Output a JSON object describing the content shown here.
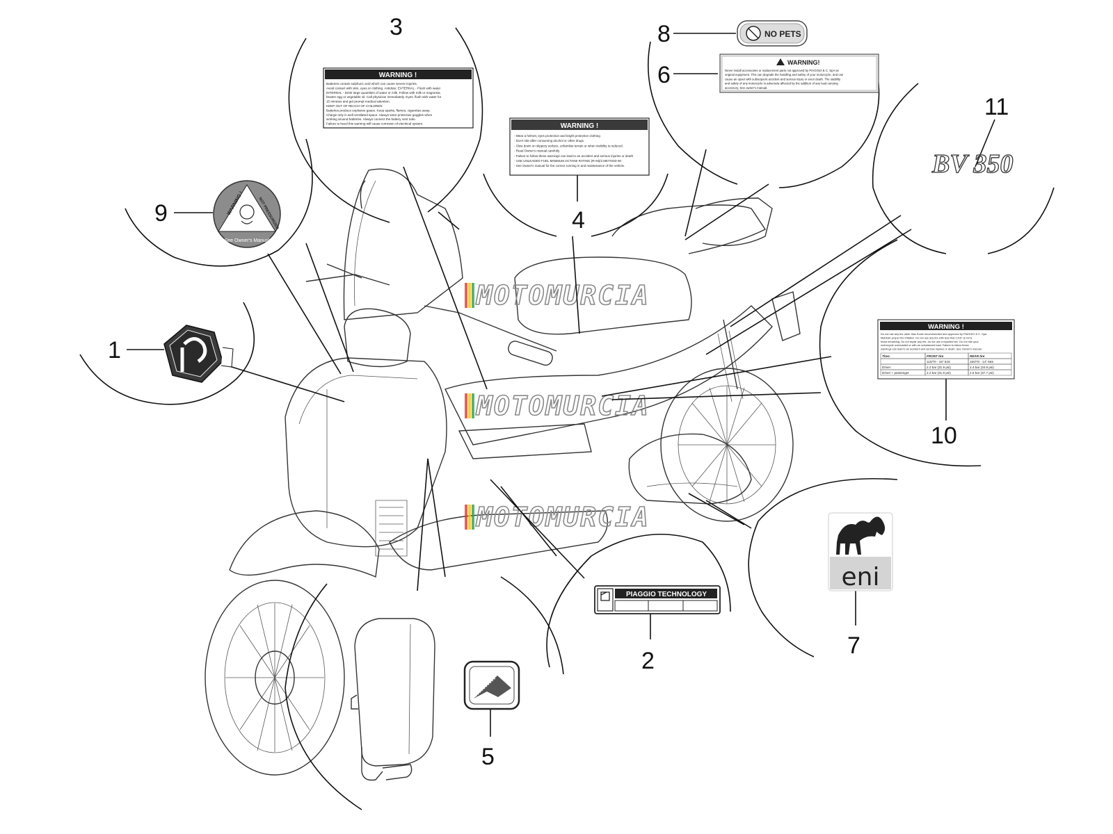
{
  "callouts": [
    {
      "id": "1",
      "label": "1"
    },
    {
      "id": "2",
      "label": "2"
    },
    {
      "id": "3",
      "label": "3"
    },
    {
      "id": "4",
      "label": "4"
    },
    {
      "id": "5",
      "label": "5"
    },
    {
      "id": "6",
      "label": "6"
    },
    {
      "id": "7",
      "label": "7"
    },
    {
      "id": "8",
      "label": "8"
    },
    {
      "id": "9",
      "label": "9"
    },
    {
      "id": "10",
      "label": "10"
    },
    {
      "id": "11",
      "label": "11"
    }
  ],
  "watermark": "MOTOMURCIA",
  "watermark_colors": [
    "#e03a2f",
    "#f2c21b",
    "#2fa14b"
  ],
  "labels": {
    "battery_warning": {
      "title": "WARNING !",
      "lines": [
        "Batteries contain sulphuric acid which can cause severe injuries.",
        "Avoid contact with skin, eyes or clothing. Antidote: EXTERNAL - Flush with water",
        "INTERNAL - Drink large quantities of water or milk. Follow with milk or magnesia,",
        "beaten egg or vegetable oil. Call physician immediately. Eyes: flush with water for",
        "15 minutes and get prompt medical attention.",
        "KEEP OUT OF REACH OF CHILDREN.",
        "Batteries produce explosive gases. Keep sparks, flames, cigarettes away.",
        "Charge only in well ventilated space. Always wear protective goggles when",
        "working around batteries. Always connect the battery vent tube.",
        "Failure to heed this warning will cause corrosion of electrical system."
      ]
    },
    "rider_warning": {
      "title": "WARNING !",
      "lines": [
        "- Wear a helmet, eyes protection and bright protective clothing",
        "- Don't ride after consuming alcohol or other drugs.",
        "- Slow down on slippery surface, unfamiliar terrain or when visibility is reduced.",
        "- Read Owner's manual carefully.",
        "- Failure to follow these warnings can lead to an accident and serious injuries or death",
        "- USE UNLEADED FUEL MINIMUM OCTANE RATING (R+M)/2 METHOD 90",
        "- See Owner's manual for the correct running in and maintenance of the vehicle."
      ]
    },
    "no_pets": {
      "text": "NO PETS"
    },
    "accessory_warning": {
      "title": "WARNING!",
      "lines": [
        "Never install accessories or replacement parts not approved by PIAGGIO & C. SpA as",
        "original equipment. This can degrade the handling and safety of your motorcycle, and can",
        "cause an upset with subsequent accident and serious injury or even death. The stability",
        "and safety of any motorcycle is adversely affected by the addition of any load carrying",
        "accessory. See owner's manual."
      ]
    },
    "round_warning": {
      "top": "WARNING !",
      "side": "NOT PRESSURIZED",
      "bottom": "See Owner's Manual"
    },
    "model_badge": {
      "text": "BV 350"
    },
    "tire_warning": {
      "title": "WARNING !",
      "lines": [
        "Do not use any tire other than those recommended and approved by PIAGGIO & C. Spa.",
        "Maintain proper tire inflation. Do not use any tire with less than 1/16\" (2 mm)",
        "tread remaining. Do not repair any tire, do not use a repaired tire. Do not ride your",
        "motorcycle overloaded or with an unbalanced load. Failure to follow these",
        "warnings can lead to an accident and serious injuries or death. See Owner's manual"
      ],
      "table": {
        "headers": [
          "Tires",
          "FRONT tire",
          "REAR tire"
        ],
        "sizes": [
          "",
          "110/70 - 16\" 52S",
          "150/70 - 14\" 66S"
        ],
        "rows": [
          [
            "Driver",
            "2.2 bar (31.9 psi)",
            "2.4 bar (34.8 psi)"
          ],
          [
            "Driver + passenger",
            "2.2 bar (31.9 psi)",
            "2.6 bar (37.7 psi)"
          ]
        ]
      }
    },
    "piaggio_technology": {
      "text": "PIAGGIO TECHNOLOGY"
    },
    "eni": {
      "text": "eni"
    }
  }
}
